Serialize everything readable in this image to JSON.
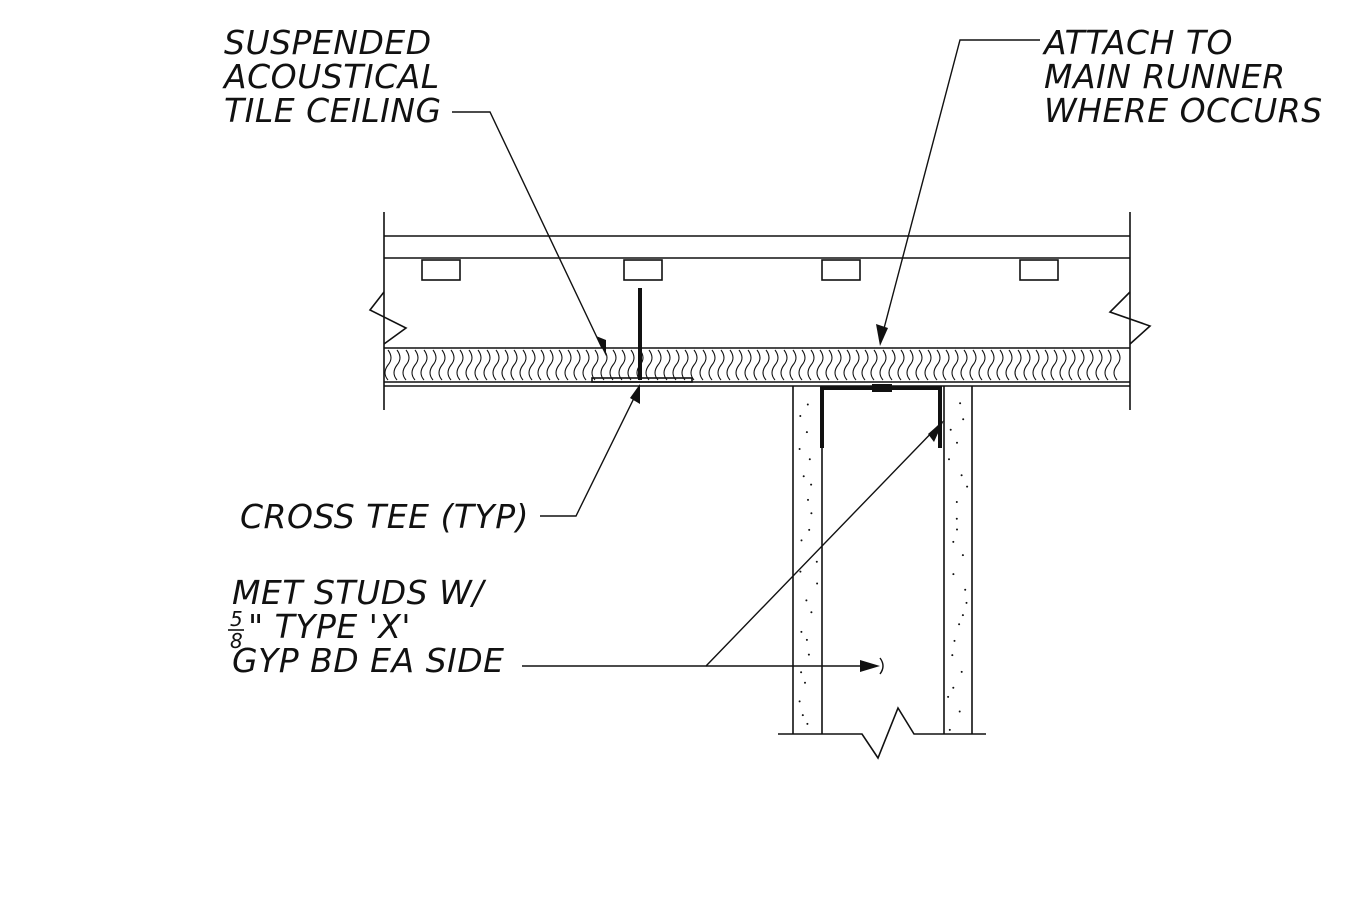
{
  "labels": {
    "ceiling": [
      "SUSPENDED",
      "ACOUSTICAL",
      "TILE CEILING"
    ],
    "attach": [
      "ATTACH TO",
      "MAIN RUNNER",
      "WHERE OCCURS"
    ],
    "cross_tee": "CROSS TEE (TYP)",
    "studs_line1": "MET STUDS W/",
    "studs_frac_num": "5",
    "studs_frac_den": "8",
    "studs_line2": "\" TYPE 'X'",
    "studs_line3": "GYP BD EA SIDE"
  },
  "colors": {
    "ink": "#111111",
    "paper": "#ffffff"
  }
}
